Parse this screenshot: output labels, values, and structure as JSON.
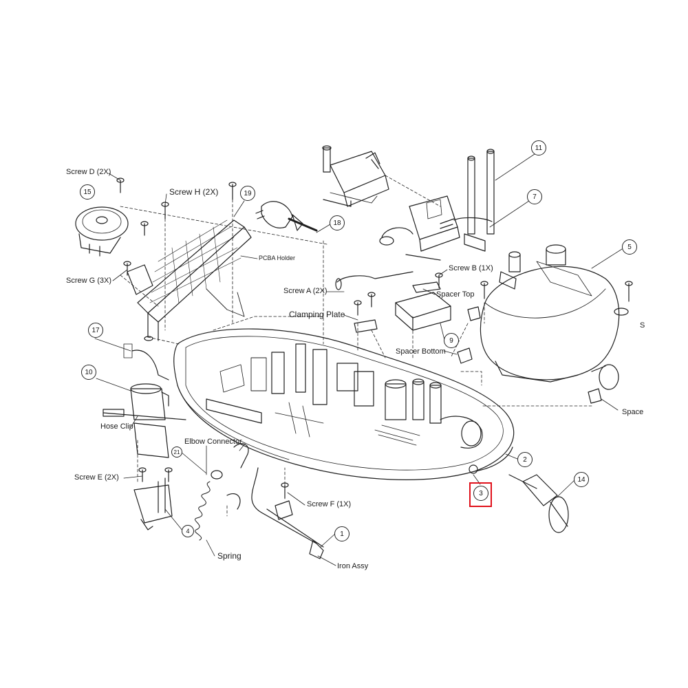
{
  "labels": {
    "screw_d": "Screw D (2X)",
    "screw_h": "Screw H (2X)",
    "screw_g": "Screw G (3X)",
    "pcba_holder": "PCBA Holder",
    "screw_a": "Screw A (2X)",
    "clamping_plate": "Clamping Plate",
    "screw_b": "Screw B (1X)",
    "spacer_top": "Spacer Top",
    "spacer_bottom": "Spacer Bottom",
    "spacer_right": "Space",
    "s_right": "S",
    "hose_clip": "Hose Clip",
    "elbow_connector": "Elbow Connector",
    "screw_e": "Screw E (2X)",
    "screw_f": "Screw F (1X)",
    "spring": "Spring",
    "iron_assy": "Iron Assy"
  },
  "callouts": {
    "c1": "1",
    "c2": "2",
    "c3": "3",
    "c4": "4",
    "c5": "5",
    "c7": "7",
    "c9": "9",
    "c10": "10",
    "c11": "11",
    "c14": "14",
    "c15": "15",
    "c17": "17",
    "c18": "18",
    "c19": "19",
    "c21": "21"
  },
  "highlight": {
    "color": "#e0101a",
    "callout": "3"
  }
}
